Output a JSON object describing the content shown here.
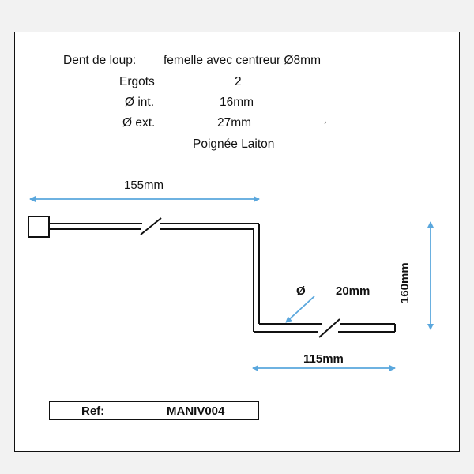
{
  "specs": {
    "dent_label": "Dent de loup:",
    "dent_value": "femelle avec centreur Ø8mm",
    "ergots_label": "Ergots",
    "ergots_value": "2",
    "int_label": "Ø int.",
    "int_value": "16mm",
    "ext_label": "Ø ext.",
    "ext_value": "27mm",
    "handle_note": "Poignée Laiton"
  },
  "dimensions": {
    "top_length": "155mm",
    "bottom_length": "115mm",
    "height": "160mm",
    "diameter_symbol": "Ø",
    "diameter_value": "20mm"
  },
  "reference": {
    "label": "Ref:",
    "value": "MANIV004"
  },
  "colors": {
    "arrow": "#5aa7dd",
    "line": "#111111"
  }
}
